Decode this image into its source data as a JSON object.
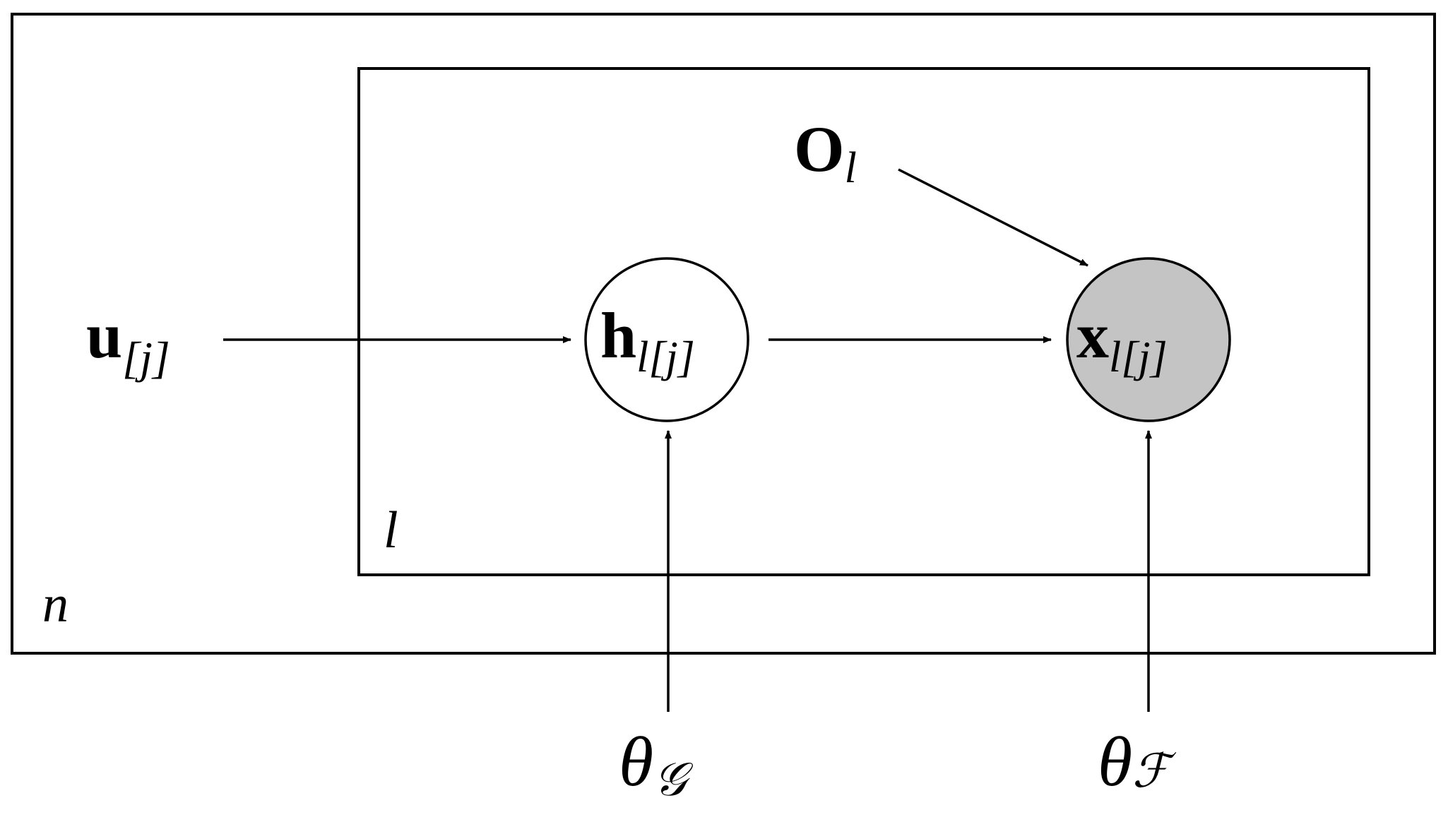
{
  "plates": {
    "outer_label": "n",
    "inner_label": "l"
  },
  "nodes": {
    "u": {
      "symbol": "u",
      "subscript": "[j]"
    },
    "h": {
      "symbol": "h",
      "subscript": "l[j]",
      "shaded": false
    },
    "x": {
      "symbol": "x",
      "subscript": "l[j]",
      "shaded": true
    },
    "o": {
      "symbol": "O",
      "subscript": "l"
    },
    "theta_g": {
      "symbol": "θ",
      "subscript": "𝒢"
    },
    "theta_f": {
      "symbol": "θ",
      "subscript": "ℱ"
    }
  },
  "colors": {
    "line": "#000000",
    "observed_fill": "#c4c4c4",
    "latent_fill": "#ffffff",
    "background": "#ffffff"
  }
}
